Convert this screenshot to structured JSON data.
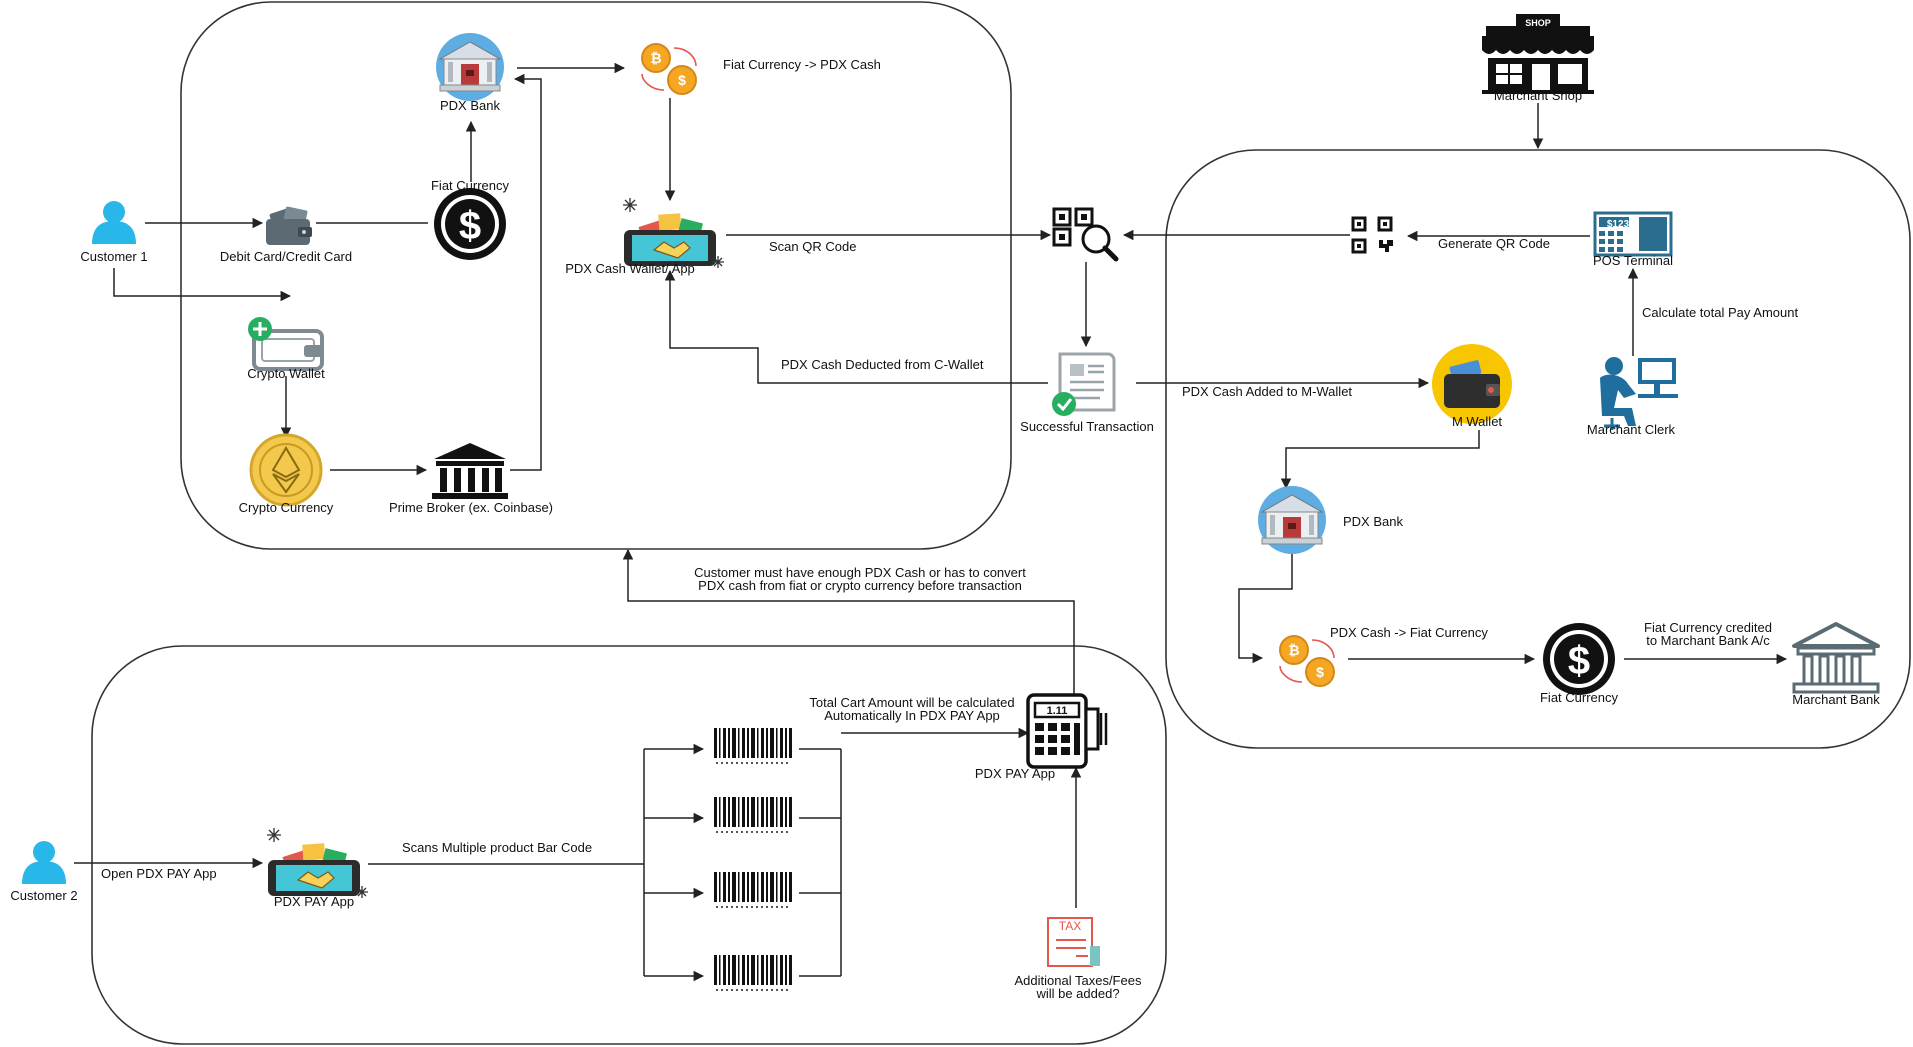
{
  "nodes": {
    "customer1": "Customer 1",
    "debit_card": "Debit Card/Credit Card",
    "fiat_currency_top": "Fiat Currency",
    "pdx_bank_top": "PDX Bank",
    "fiat_to_pdx": "Fiat Currency -> PDX Cash",
    "crypto_wallet": "Crypto Wallet",
    "crypto_currency": "Crypto Currency",
    "prime_broker": "Prime Broker (ex. Coinbase)",
    "pdx_cash_wallet": "PDX Cash Wallet/ App",
    "merchant_shop": "Marchant Shop",
    "shop_sign": "SHOP",
    "pos_terminal": "POS Terminal",
    "pos_screen": "$123",
    "successful_transaction": "Successful Transaction",
    "m_wallet": "M Wallet",
    "merchant_clerk": "Marchant Clerk",
    "pdx_bank_right": "PDX Bank",
    "pdx_to_fiat": "PDX Cash -> Fiat Currency",
    "fiat_currency_right": "Fiat Currency",
    "merchant_bank": "Marchant Bank",
    "customer2": "Customer 2",
    "pdx_pay_app_left": "PDX PAY App",
    "pdx_pay_app_calc": "PDX PAY App",
    "calc_screen": "1.11",
    "tax_doc": "TAX",
    "taxes_line1": "Additional Taxes/Fees",
    "taxes_line2": "will be added?"
  },
  "edge_labels": {
    "scan_qr": "Scan QR Code",
    "generate_qr": "Generate QR Code",
    "calc_total": "Calculate total Pay Amount",
    "deducted": "PDX Cash Deducted from C-Wallet",
    "added": "PDX Cash Added to M-Wallet",
    "credited_line1": "Fiat Currency credited",
    "credited_line2": "to Marchant Bank A/c",
    "must_have_line1": "Customer must have enough PDX Cash or has to convert",
    "must_have_line2": "PDX cash from fiat or crypto currency before transaction",
    "open_app": "Open PDX PAY App",
    "scans_multiple": "Scans Multiple product Bar Code",
    "cart_line1": "Total Cart Amount will be calculated",
    "cart_line2": "Automatically In PDX PAY App"
  },
  "icons": {
    "person": "person-icon",
    "bank": "bank-building-icon",
    "coins": "coin-exchange-icon",
    "dollar": "dollar-circle-icon",
    "wallet": "wallet-icon",
    "ethereum": "ethereum-coin-icon",
    "broker": "classical-building-icon",
    "phone_wallet": "phone-wallet-icon",
    "qr_search": "qr-search-icon",
    "qr": "qr-code-icon",
    "shop": "shop-icon",
    "pos": "pos-terminal-icon",
    "receipt": "receipt-check-icon",
    "m_wallet": "m-wallet-icon",
    "clerk": "clerk-at-computer-icon",
    "barcode": "barcode-icon",
    "calculator": "calculator-terminal-icon",
    "tax": "tax-document-icon"
  },
  "colors": {
    "person": "#29B6E8",
    "bank_circle": "#5DADE2",
    "coin": "#F5A623",
    "eth_coin": "#F2C94C",
    "green": "#27AE60",
    "m_wallet_bg": "#F7C600",
    "dark": "#111111",
    "clerk": "#1F6E9E",
    "phone_screen": "#45C6D6",
    "tax": "#E4574C"
  }
}
